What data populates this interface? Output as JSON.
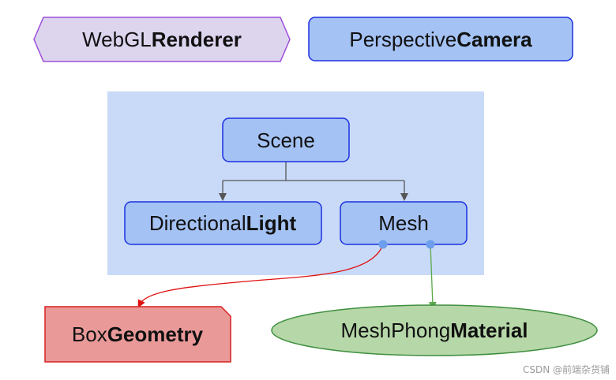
{
  "nodes": {
    "renderer": {
      "prefix": "WebGL",
      "bold": "Renderer"
    },
    "camera": {
      "prefix": "Perspective",
      "bold": "Camera"
    },
    "scene": {
      "label": "Scene"
    },
    "light": {
      "prefix": "Directional",
      "bold": "Light"
    },
    "mesh": {
      "label": "Mesh"
    },
    "geometry": {
      "prefix": "Box",
      "bold": "Geometry"
    },
    "material": {
      "prefix": "MeshPhong",
      "bold": "Material"
    }
  },
  "colors": {
    "renderer_fill": "#ddd4ee",
    "renderer_stroke": "#9d4fd9",
    "blue_fill": "#a4c2f4",
    "blue_stroke": "#1c2fe0",
    "scene_panel": "#c9daf8",
    "geometry_fill": "#ea9999",
    "geometry_stroke": "#d62020",
    "material_fill": "#b6d7a8",
    "material_stroke": "#3f8f3f",
    "connector": "#555555",
    "red_arrow": "#e01010",
    "green_arrow": "#5aa84a",
    "port": "#6d9eeb"
  },
  "watermark": "CSDN @前端杂货铺"
}
